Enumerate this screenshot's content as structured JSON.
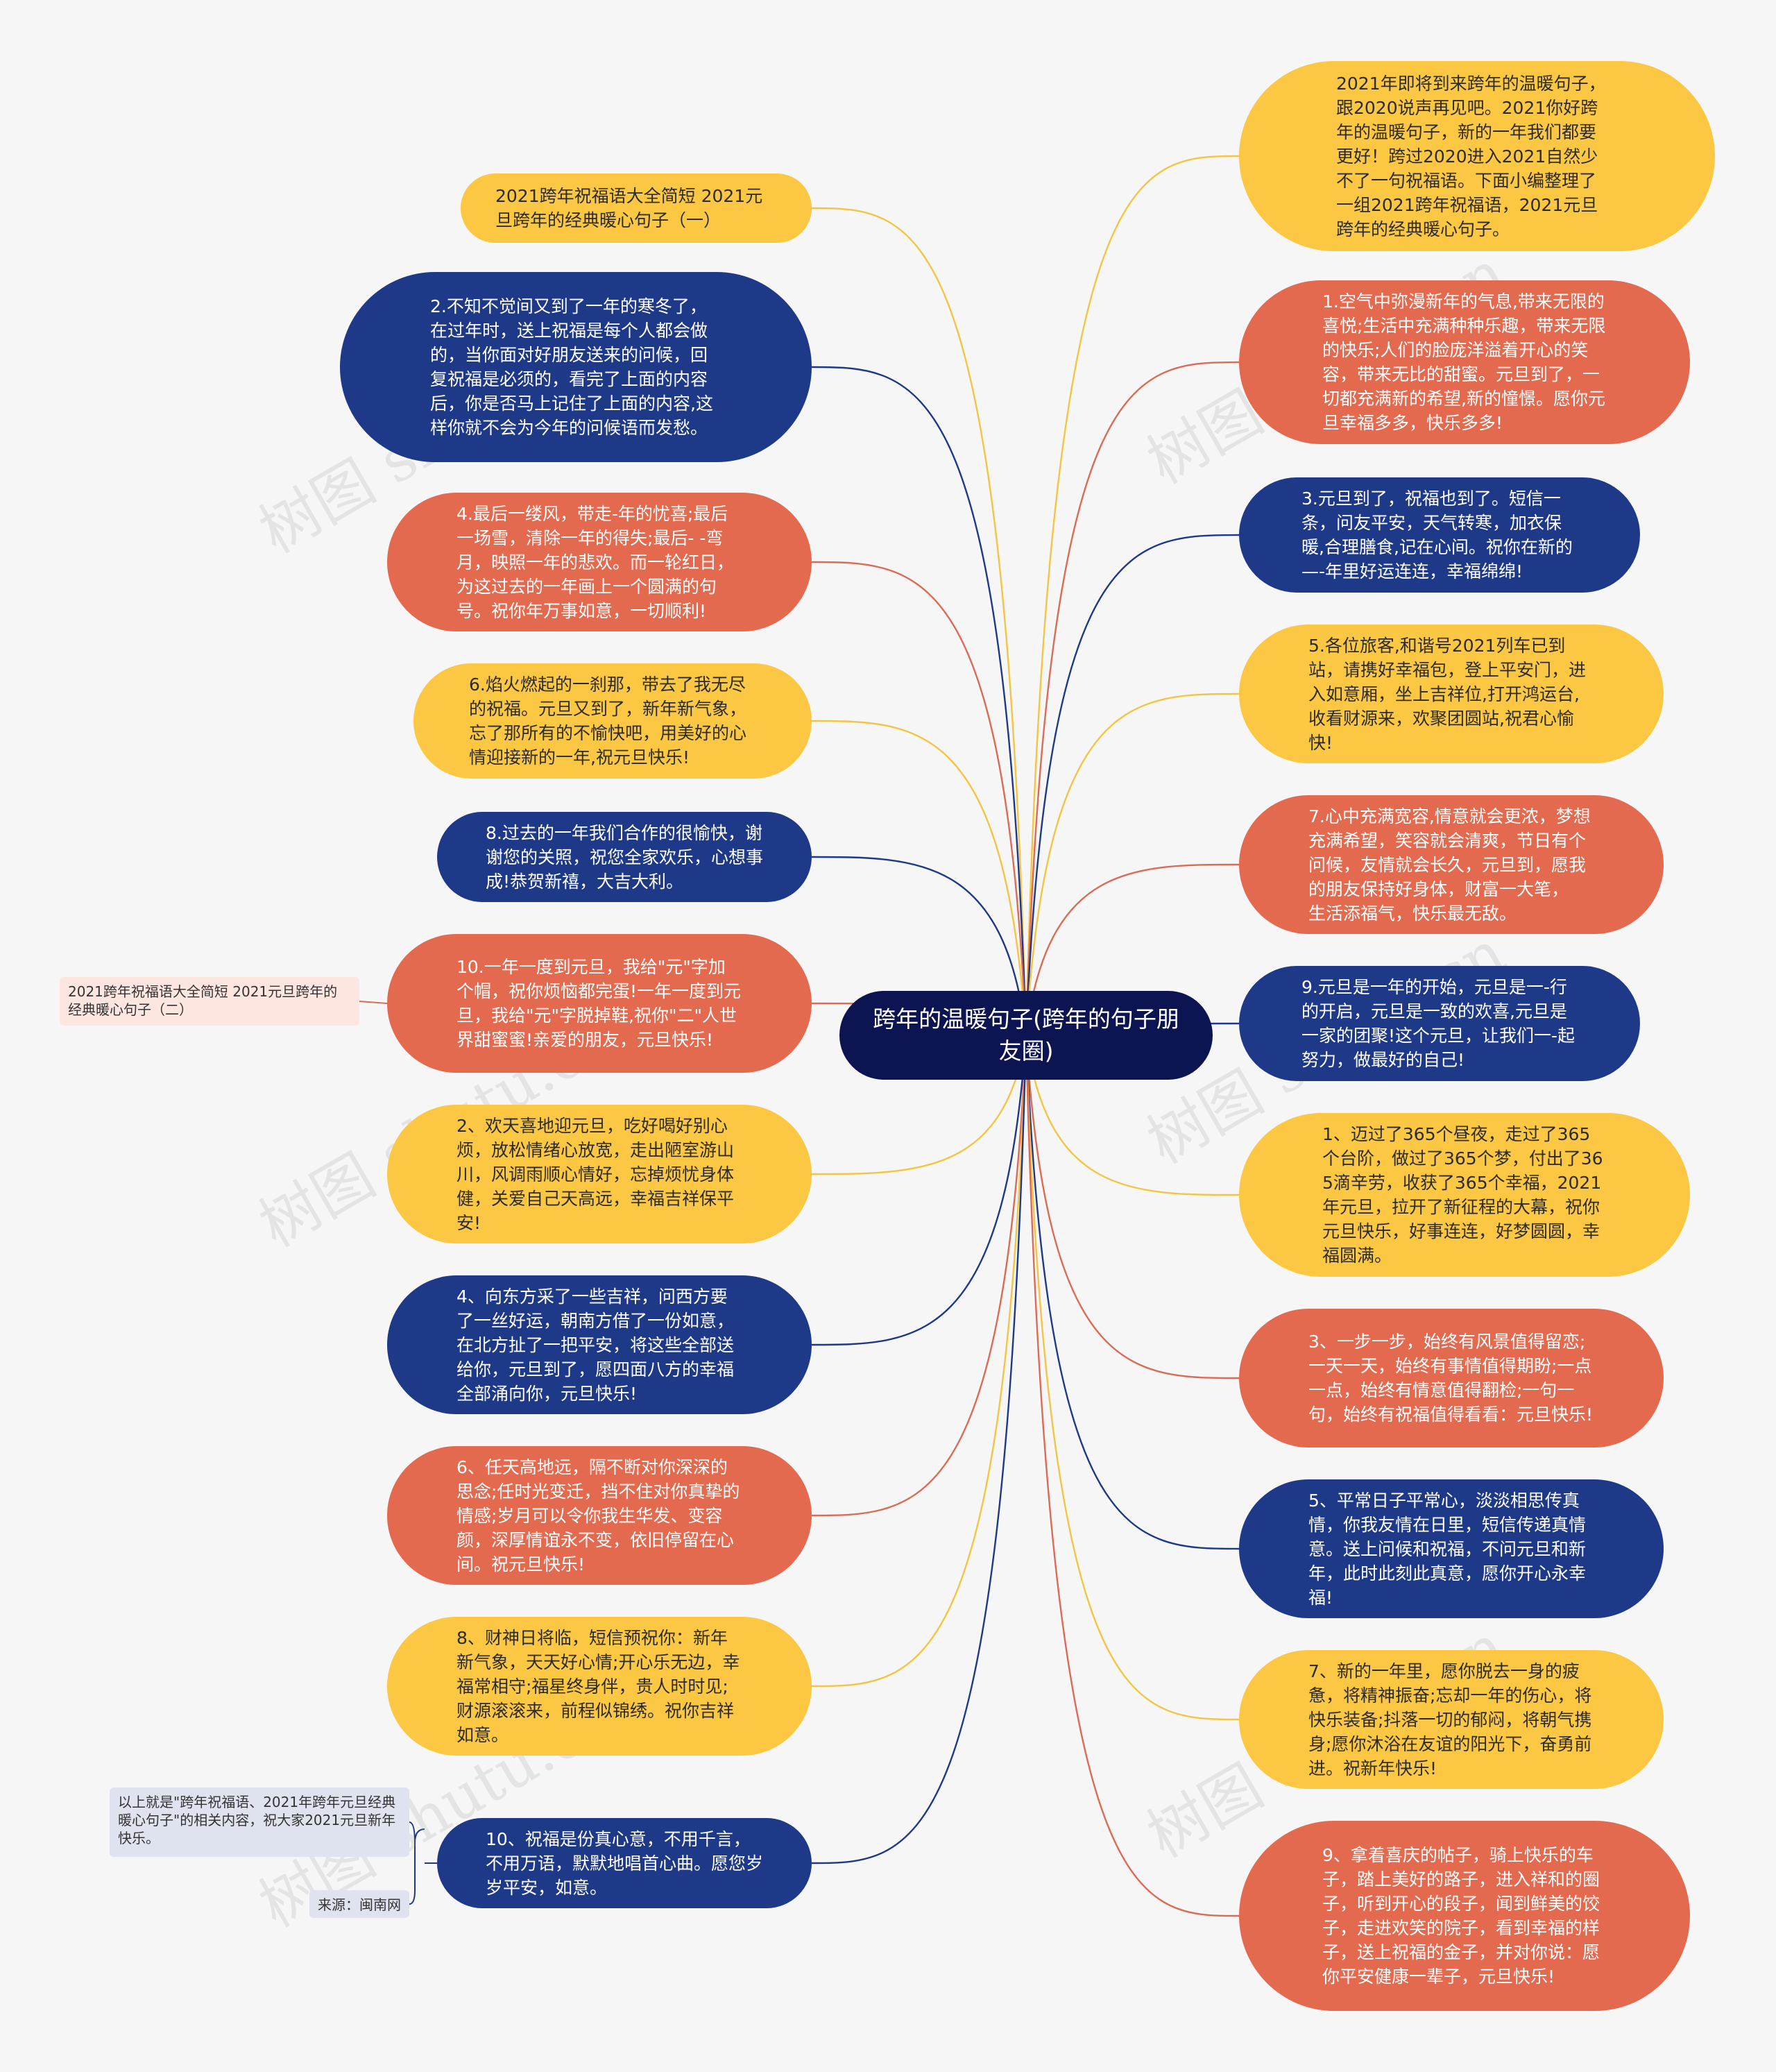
{
  "center": "跨年的温暖句子(跨年的句子朋友圈)",
  "left_nodes": [
    {
      "id": "l0",
      "text": "2021跨年祝福语大全简短 2021元旦跨年的经典暖心句子（一）",
      "color": "yellow"
    },
    {
      "id": "l1",
      "text": "2.不知不觉间又到了一年的寒冬了，在过年时，送上祝福是每个人都会做的，当你面对好朋友送来的问候，回复祝福是必须的，看完了上面的内容后，你是否马上记住了上面的内容,这样你就不会为今年的问候语而发愁。",
      "color": "blue"
    },
    {
      "id": "l2",
      "text": "4.最后一缕风，带走-年的忧喜;最后一场雪，清除一年的得失;最后- -弯月，映照一年的悲欢。而一轮红日，为这过去的一年画上一个圆满的句号。祝你年万事如意，一切顺利!",
      "color": "red"
    },
    {
      "id": "l3",
      "text": "6.焰火燃起的一刹那，带去了我无尽的祝福。元旦又到了，新年新气象，忘了那所有的不愉快吧，用美好的心情迎接新的一年,祝元旦快乐!",
      "color": "yellow"
    },
    {
      "id": "l4",
      "text": "8.过去的一年我们合作的很愉快，谢谢您的关照，祝您全家欢乐，心想事成!恭贺新禧，大吉大利。",
      "color": "blue"
    },
    {
      "id": "l5",
      "text": "10.一年一度到元旦，我给\"元\"字加个帽，祝你烦恼都完蛋!一年一度到元旦，我给\"元\"字脱掉鞋,祝你\"二\"人世界甜蜜蜜!亲爱的朋友，元旦快乐!",
      "color": "red"
    },
    {
      "id": "l6",
      "text": "2、欢天喜地迎元旦，吃好喝好别心烦，放松情绪心放宽，走出陋室游山川，风调雨顺心情好，忘掉烦忧身体健，关爱自己天高远，幸福吉祥保平安!",
      "color": "yellow"
    },
    {
      "id": "l7",
      "text": "4、向东方采了一些吉祥，问西方要了一丝好运，朝南方借了一份如意，在北方扯了一把平安，将这些全部送给你，元旦到了，愿四面八方的幸福全部涌向你，元旦快乐!",
      "color": "blue"
    },
    {
      "id": "l8",
      "text": "6、任天高地远，隔不断对你深深的思念;任时光变迁，挡不住对你真挚的情感;岁月可以令你我生华发、变容颜，深厚情谊永不变，依旧停留在心间。祝元旦快乐!",
      "color": "red"
    },
    {
      "id": "l9",
      "text": "8、财神日将临，短信预祝你：新年新气象，天天好心情;开心乐无边，幸福常相守;福星终身伴，贵人时时见;财源滚滚来，前程似锦绣。祝你吉祥如意。",
      "color": "yellow"
    },
    {
      "id": "l10",
      "text": "10、祝福是份真心意，不用千言，不用万语，默默地唱首心曲。愿您岁岁平安，如意。",
      "color": "blue"
    }
  ],
  "right_nodes": [
    {
      "id": "r0",
      "text": "2021年即将到来跨年的温暖句子，跟2020说声再见吧。2021你好跨年的温暖句子，新的一年我们都要更好！跨过2020进入2021自然少不了一句祝福语。下面小编整理了一组2021跨年祝福语，2021元旦跨年的经典暖心句子。",
      "color": "yellow"
    },
    {
      "id": "r1",
      "text": "1.空气中弥漫新年的气息,带来无限的喜悦;生活中充满种种乐趣，带来无限的快乐;人们的脸庞洋溢着开心的笑容，带来无比的甜蜜。元旦到了，一切都充满新的希望,新的憧憬。愿你元旦幸福多多，快乐多多!",
      "color": "red"
    },
    {
      "id": "r2",
      "text": "3.元旦到了，祝福也到了。短信一条，问友平安，天气转寒，加衣保暖,合理膳食,记在心间。祝你在新的—-年里好运连连，幸福绵绵!",
      "color": "blue"
    },
    {
      "id": "r3",
      "text": "5.各位旅客,和谐号2021列车已到站，请携好幸福包，登上平安门，进入如意厢，坐上吉祥位,打开鸿运台,收看财源来，欢聚团圆站,祝君心愉快!",
      "color": "yellow"
    },
    {
      "id": "r4",
      "text": "7.心中充满宽容,情意就会更浓，梦想充满希望，笑容就会清爽，节日有个问候，友情就会长久，元旦到，愿我的朋友保持好身体，财富一大笔，  生活添福气，快乐最无敌。",
      "color": "red"
    },
    {
      "id": "r5",
      "text": "9.元旦是一年的开始，元旦是一-行的开启，元旦是一致的欢喜,元旦是一家的团聚!这个元旦，让我们一-起努力，做最好的自己!",
      "color": "blue"
    },
    {
      "id": "r6",
      "text": "1、迈过了365个昼夜，走过了365个台阶，做过了365个梦，付出了365滴辛劳，收获了365个幸福，2021年元旦，拉开了新征程的大幕，祝你元旦快乐，好事连连，好梦圆圆，幸福圆满。",
      "color": "yellow"
    },
    {
      "id": "r7",
      "text": "3、一步一步，始终有风景值得留恋;一天一天，始终有事情值得期盼;一点一点，始终有情意值得翻检;一句一句，始终有祝福值得看看：元旦快乐!",
      "color": "red"
    },
    {
      "id": "r8",
      "text": "5、平常日子平常心，淡淡相思传真情，你我友情在日里，短信传递真情意。送上问候和祝福，不问元旦和新年，此时此刻此真意，愿你开心永幸福!",
      "color": "blue"
    },
    {
      "id": "r9",
      "text": "7、新的一年里，愿你脱去一身的疲惫，将精神振奋;忘却一年的伤心，将快乐装备;抖落一切的郁闷，将朝气携身;愿你沐浴在友谊的阳光下，奋勇前进。祝新年快乐!",
      "color": "yellow"
    },
    {
      "id": "r10",
      "text": "9、拿着喜庆的帖子，骑上快乐的车子，踏上美好的路子，进入祥和的圈子，听到开心的段子，闻到鲜美的饺子，走进欢笑的院子，看到幸福的样子，送上祝福的金子，并对你说：愿你平安健康一辈子，元旦快乐!",
      "color": "red"
    }
  ],
  "side_labels": {
    "part2": "2021跨年祝福语大全简短 2021元旦跨年的经典暖心句子（二）",
    "summary": "以上就是\"跨年祝福语、2021年跨年元旦经典暖心句子\"的相关内容，祝大家2021元旦新年快乐。",
    "source": "来源：闽南网"
  },
  "watermark": "树图 shutu.cn",
  "colors": {
    "yellow": "#fcc843",
    "red": "#e3694f",
    "blue": "#1e3987",
    "center": "#0d1452",
    "line_yellow": "#f4c542",
    "line_red": "#dc6b54",
    "line_blue": "#1e3987"
  }
}
